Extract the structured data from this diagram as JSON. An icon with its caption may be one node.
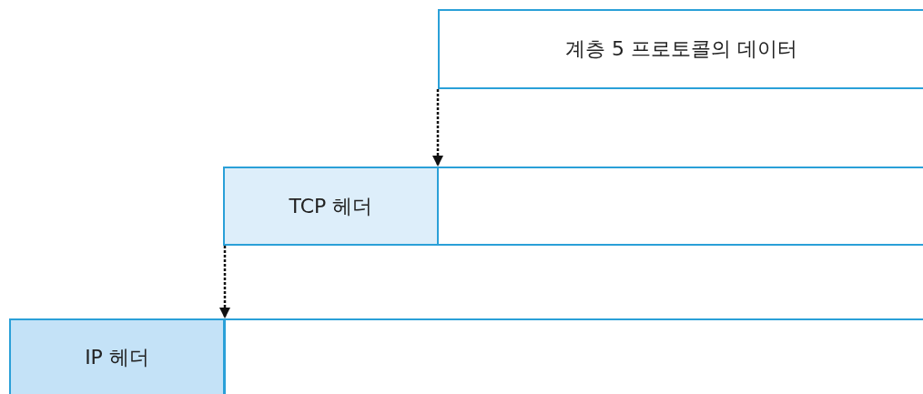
{
  "diagram": {
    "nodes": [
      {
        "text": [
          "계층 5 프로토콜의 데이터"
        ]
      },
      {
        "text": [
          "TCP 헤더"
        ]
      },
      {
        "text": [],
        "shape": "box"
      },
      {
        "text": [
          "IP 헤더"
        ]
      },
      {
        "text": [],
        "shape": "box"
      }
    ],
    "edges": [
      {
        "from": 0,
        "to": 2,
        "arrow": "to",
        "style": "dashed"
      },
      {
        "from": 1,
        "to": 4,
        "arrow": "to",
        "style": "dashed"
      }
    ]
  }
}
